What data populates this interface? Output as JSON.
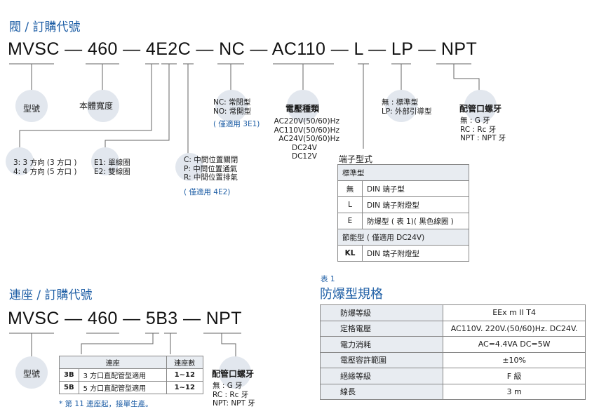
{
  "valve": {
    "title": "閥 / 訂購代號",
    "code": "MVSC — 460 — 4E2C — NC — AC110 — L — LP — NPT",
    "model_label": "型號",
    "body_width_label": "本體寬度",
    "ports": [
      "3: 3 方向 (3 方口 )",
      "4: 4 方向 (5 方口 )"
    ],
    "coils": [
      "E1: 單線圈",
      "E2: 雙線圈"
    ],
    "center": [
      "C: 中間位置關閉",
      "P: 中間位置通氣",
      "R: 中間位置排氣"
    ],
    "center_note": "( 僅適用 4E2)",
    "nc_lines": [
      "NC: 常閉型",
      "NO: 常開型"
    ],
    "nc_note": "( 僅適用 3E1)",
    "voltage_label": "電壓種類",
    "voltages": [
      "AC220V(50/60)Hz",
      "AC110V(50/60)Hz",
      "AC24V(50/60)Hz",
      "DC24V",
      "DC12V"
    ],
    "lead_lines": [
      "無 : 標準型",
      "LP: 外部引導型"
    ],
    "thread_label": "配管口螺牙",
    "threads": [
      "無 : G 牙",
      "RC : Rc 牙",
      "NPT : NPT 牙"
    ],
    "terminal_title": "端子型式",
    "terminal_std_header": "標準型",
    "terminal_rows": [
      {
        "code": "無",
        "desc": "DIN 端子型"
      },
      {
        "code": "L",
        "desc": "DIN 端子附燈型"
      },
      {
        "code": "E",
        "desc": "防爆型 ( 表 1)( 黑色線圈 )"
      }
    ],
    "terminal_eco_header": "節能型 ( 僅適用 DC24V)",
    "terminal_eco_rows": [
      {
        "code": "KL",
        "desc": "DIN 端子附燈型"
      }
    ]
  },
  "manifold": {
    "title": "連座 / 訂購代號",
    "code": "MVSC — 460 — 5B3 — NPT",
    "model_label": "型號",
    "table_headers": [
      "連座",
      "連座數"
    ],
    "rows": [
      {
        "code": "3B",
        "desc": "3 方口直配管型適用",
        "count": "1~12"
      },
      {
        "code": "5B",
        "desc": "5 方口直配管型適用",
        "count": "1~12"
      }
    ],
    "footnote": "* 第 11 連座起，接單生產。",
    "thread_label": "配管口螺牙",
    "threads": [
      "無 : G 牙",
      "RC : Rc 牙",
      "NPT: NPT 牙"
    ]
  },
  "spec": {
    "caption": "表 1",
    "title": "防爆型規格",
    "rows": [
      {
        "key": "防爆等級",
        "value": "EEx m II T4"
      },
      {
        "key": "定格電壓",
        "value": "AC110V. 220V.(50/60)Hz. DC24V."
      },
      {
        "key": "電力消耗",
        "value": "AC=4.4VA  DC=5W"
      },
      {
        "key": "電壓容許範圍",
        "value": "±10%"
      },
      {
        "key": "絕緣等級",
        "value": "F 級"
      },
      {
        "key": "線長",
        "value": "3 m"
      }
    ]
  }
}
